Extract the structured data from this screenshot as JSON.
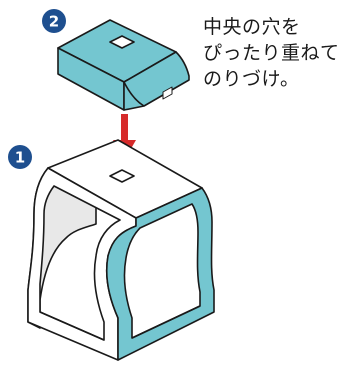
{
  "instruction": {
    "lines": [
      "中央の穴を",
      "ぴったり重ねて",
      "のりづけ。"
    ]
  },
  "steps": {
    "top_part_number": "2",
    "base_part_number": "1"
  },
  "colors": {
    "accent_teal": "#74c6d0",
    "light_gray": "#e8e8e8",
    "outline": "#1a1a1a",
    "arrow_red": "#d62b2b",
    "badge_blue": "#1e4f8f"
  }
}
